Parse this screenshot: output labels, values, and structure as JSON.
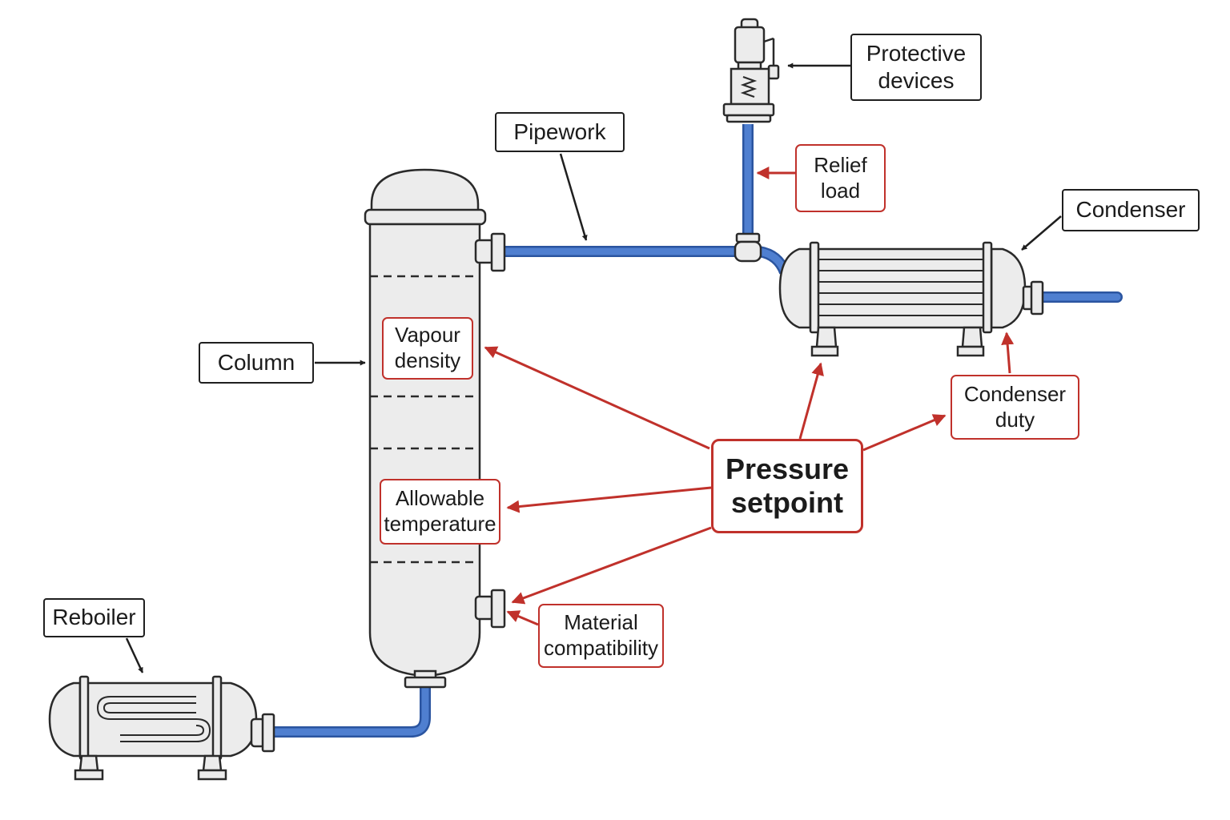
{
  "labels": {
    "protective_devices": [
      "Protective",
      "devices"
    ],
    "pipework": "Pipework",
    "relief_load": [
      "Relief",
      "load"
    ],
    "condenser": "Condenser",
    "column": "Column",
    "vapour_density": [
      "Vapour",
      "density"
    ],
    "allowable_temperature": [
      "Allowable",
      "temperature"
    ],
    "material_compatibility": [
      "Material",
      "compatibility"
    ],
    "condenser_duty": [
      "Condenser",
      "duty"
    ],
    "reboiler": "Reboiler",
    "pressure_setpoint": [
      "Pressure",
      "setpoint"
    ]
  },
  "colors": {
    "pipe": "#4f7fd0",
    "pipe_outline": "#2b55a0",
    "equipment_fill": "#ececec",
    "outline": "#2a2a2a",
    "influence_arrow": "#c0312b",
    "label_arrow": "#1f1f1f"
  }
}
